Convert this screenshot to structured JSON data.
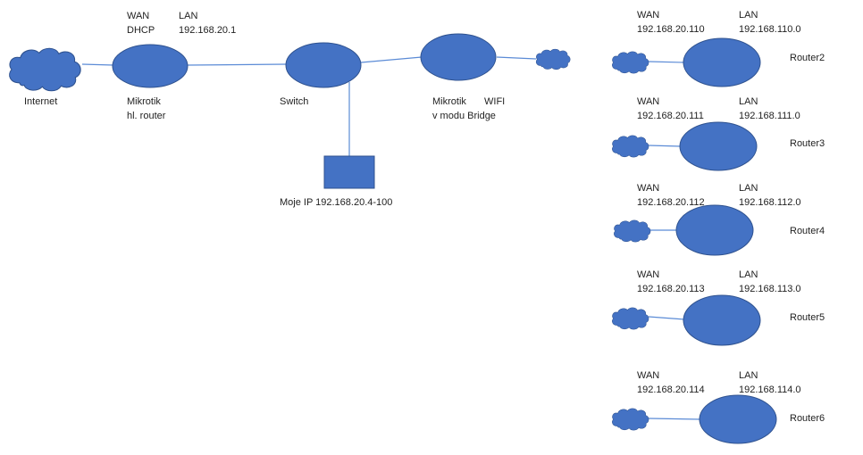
{
  "internet": {
    "label": "Internet"
  },
  "main_router": {
    "wan_label": "WAN",
    "wan_value": "DHCP",
    "lan_label": "LAN",
    "lan_value": "192.168.20.1",
    "name_line1": "Mikrotik",
    "name_line2": "hl. router"
  },
  "switch": {
    "label": "Switch"
  },
  "my_pc": {
    "label": "Moje IP 192.168.20.4-100"
  },
  "wifi": {
    "name_line1": "Mikrotik",
    "wifi_label": "WIFI",
    "name_line2": "v modu Bridge"
  },
  "routers": [
    {
      "name": "Router2",
      "wan_label": "WAN",
      "wan_ip": "192.168.20.110",
      "lan_label": "LAN",
      "lan_ip": "192.168.110.0"
    },
    {
      "name": "Router3",
      "wan_label": "WAN",
      "wan_ip": "192.168.20.111",
      "lan_label": "LAN",
      "lan_ip": "192.168.111.0"
    },
    {
      "name": "Router4",
      "wan_label": "WAN",
      "wan_ip": "192.168.20.112",
      "lan_label": "LAN",
      "lan_ip": "192.168.112.0"
    },
    {
      "name": "Router5",
      "wan_label": "WAN",
      "wan_ip": "192.168.20.113",
      "lan_label": "LAN",
      "lan_ip": "192.168.113.0"
    },
    {
      "name": "Router6",
      "wan_label": "WAN",
      "wan_ip": "192.168.20.114",
      "lan_label": "LAN",
      "lan_ip": "192.168.114.0"
    }
  ],
  "colors": {
    "node_fill": "#4472C4",
    "node_stroke": "#2F528F",
    "link": "#5B8BD6"
  }
}
